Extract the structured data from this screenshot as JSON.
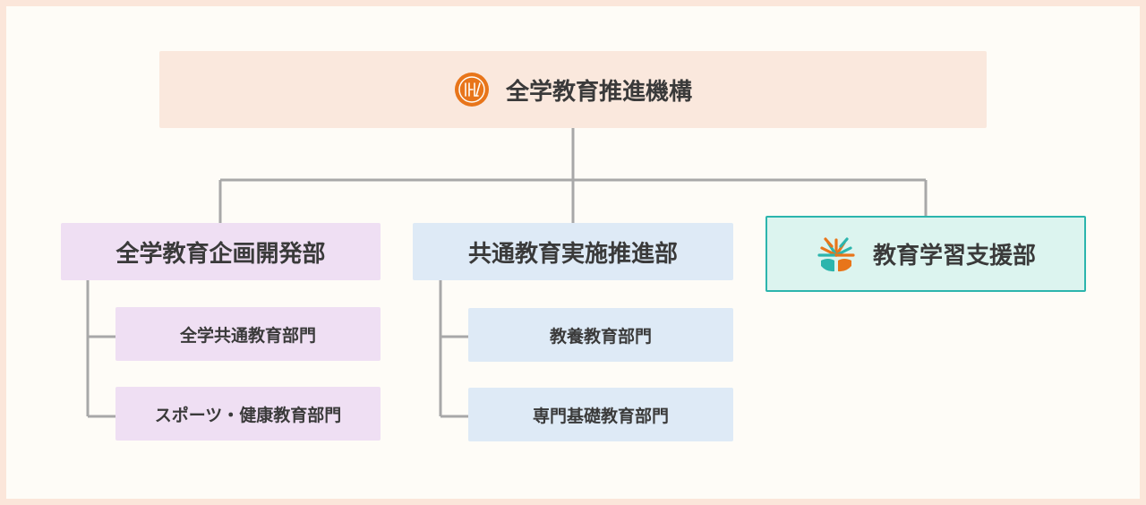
{
  "top": {
    "label": "全学教育推進機構",
    "logo_icon": "orange-seal-logo"
  },
  "departments": [
    {
      "label": "全学教育企画開発部",
      "color": "#efdff3",
      "sections": [
        "全学共通教育部門",
        "スポーツ・健康教育部門"
      ]
    },
    {
      "label": "共通教育実施推進部",
      "color": "#deeaf6",
      "sections": [
        "教養教育部門",
        "専門基礎教育部門"
      ]
    },
    {
      "label": "教育学習支援部",
      "color": "#dcf4ef",
      "border_color": "#2cb5ad",
      "logo_icon": "tree-logo",
      "sections": []
    }
  ],
  "colors": {
    "background": "#fefcf7",
    "frame": "#fbe6da",
    "top_box": "#fae8dd",
    "connector": "#a8a8a8",
    "text": "#3a3a3a",
    "seal_orange": "#e8751a"
  }
}
